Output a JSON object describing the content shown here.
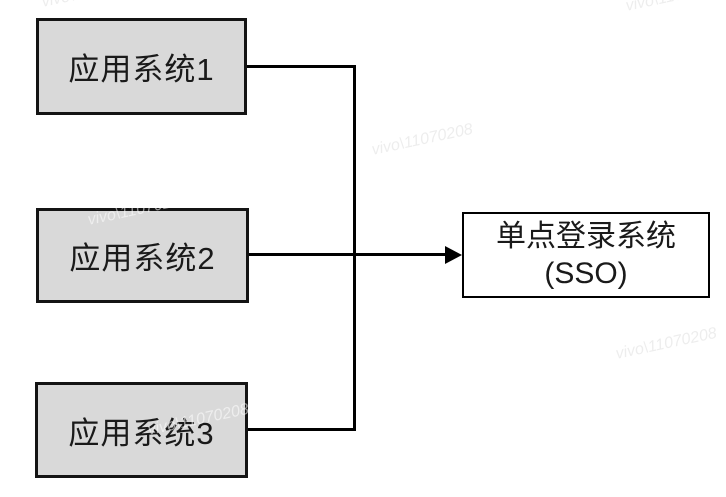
{
  "diagram": {
    "type": "flow-diagram",
    "background": "#ffffff",
    "nodes": {
      "app1": {
        "label": "应用系统1",
        "fill": "#d9d9d9",
        "border": "#141414"
      },
      "app2": {
        "label": "应用系统2",
        "fill": "#d9d9d9",
        "border": "#141414"
      },
      "app3": {
        "label": "应用系统3",
        "fill": "#ffffff",
        "border": "#141414"
      },
      "sso": {
        "line1": "单点登录系统",
        "line2": "(SSO)",
        "fill": "#ffffff",
        "border": "#000000"
      }
    },
    "edges": [
      {
        "from": "app1",
        "to": "sso",
        "arrow": true
      },
      {
        "from": "app2",
        "to": "sso",
        "arrow": true
      },
      {
        "from": "app3",
        "to": "sso",
        "arrow": true
      }
    ],
    "connector_color": "#000000",
    "watermark": {
      "text": "vivo\\11070208"
    }
  }
}
